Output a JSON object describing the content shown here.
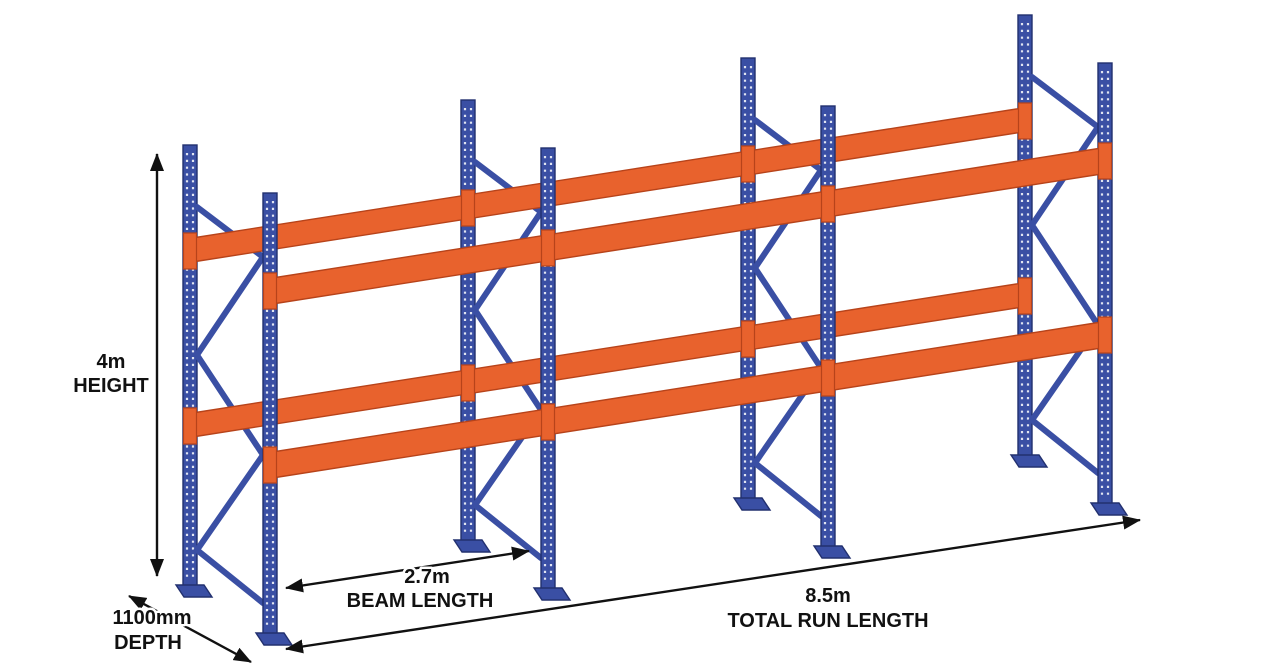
{
  "diagram": {
    "labels": {
      "height_value": "4m",
      "height_caption": "HEIGHT",
      "depth_value": "1100mm",
      "depth_caption": "DEPTH",
      "beam_value": "2.7m",
      "beam_caption": "BEAM LENGTH",
      "run_value": "8.5m",
      "run_caption": "TOTAL RUN LENGTH"
    },
    "structure": {
      "upright_frames": 4,
      "bays": 3,
      "beam_levels": 2
    },
    "colors": {
      "upright_blue": "#3a4fa4",
      "upright_blue_dark": "#22306f",
      "beam_orange": "#e8622d",
      "beam_orange_dark": "#b7431a",
      "dimension_black": "#111111",
      "background": "#ffffff"
    }
  }
}
